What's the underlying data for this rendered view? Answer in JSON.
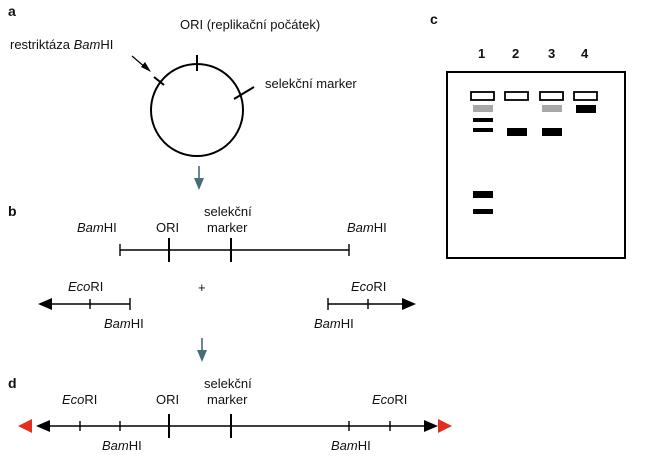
{
  "panel_a": {
    "letter": "a",
    "ori_label": "ORI (replikační počátek)",
    "restriction_prefix": "restriktáza ",
    "restriction_enzyme": "Bam",
    "restriction_suffix": "HI",
    "marker_label": "selekční marker"
  },
  "panel_b": {
    "letter": "b",
    "bamhi_italic": "Bam",
    "bamhi_suffix": "HI",
    "ecori_italic": "Eco",
    "ecori_suffix": "RI",
    "ori_label": "ORI",
    "marker_line1": "selekční",
    "marker_line2": "marker",
    "plus_sign": "+"
  },
  "panel_c": {
    "letter": "c",
    "lanes": [
      "1",
      "2",
      "3",
      "4"
    ]
  },
  "panel_d": {
    "letter": "d",
    "bamhi_italic": "Bam",
    "bamhi_suffix": "HI",
    "ecori_italic": "Eco",
    "ecori_suffix": "RI",
    "ori_label": "ORI",
    "marker_line1": "selekční",
    "marker_line2": "marker"
  },
  "colors": {
    "arrow_flow": "#4a6b78",
    "red_arrowhead": "#e0301e",
    "band_dark": "#000000",
    "band_gray": "#a8a8a8"
  }
}
